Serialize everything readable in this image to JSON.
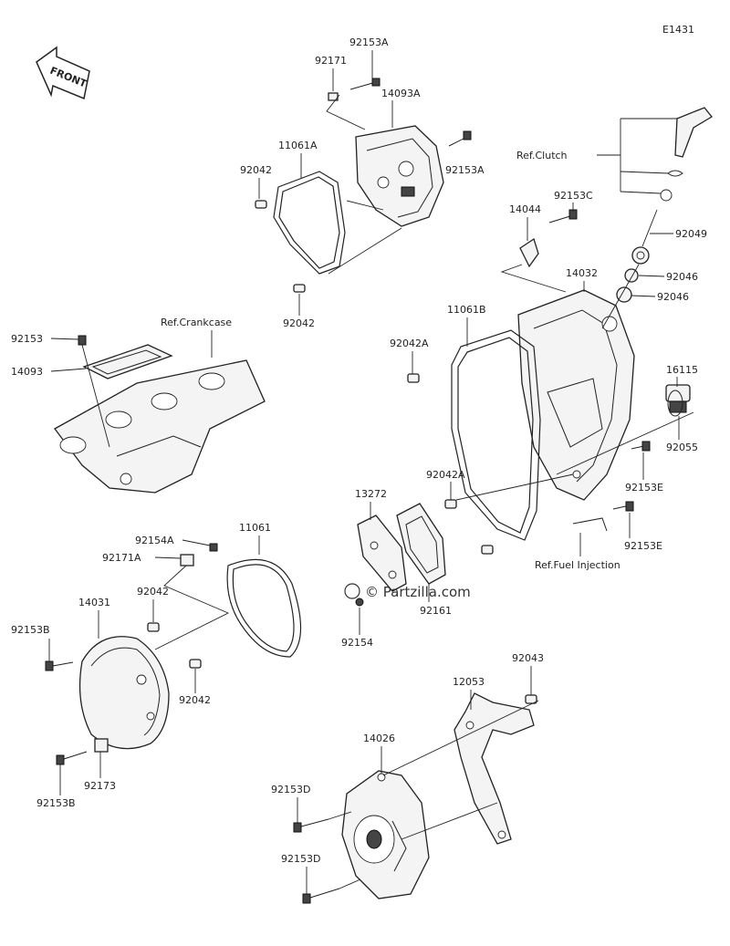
{
  "diagram": {
    "code": "E1431",
    "front_label": "FRONT",
    "watermark": "© Partzilla.com",
    "ref_labels": {
      "clutch": "Ref.Clutch",
      "crankcase": "Ref.Crankcase",
      "fuel_injection": "Ref.Fuel Injection"
    },
    "callouts": [
      "92153A",
      "92171",
      "14093A",
      "11061A",
      "92042",
      "92153A",
      "92042",
      "92153",
      "14093",
      "92153C",
      "14044",
      "14032",
      "11061B",
      "92042A",
      "92049",
      "92046",
      "92046",
      "16115",
      "92055",
      "92153E",
      "92042A",
      "13272",
      "92153E",
      "92161",
      "92154",
      "92154A",
      "92171A",
      "11061",
      "14031",
      "92042",
      "92153B",
      "92042",
      "92173",
      "92153B",
      "92043",
      "12053",
      "14026",
      "92153D",
      "92153D"
    ]
  }
}
